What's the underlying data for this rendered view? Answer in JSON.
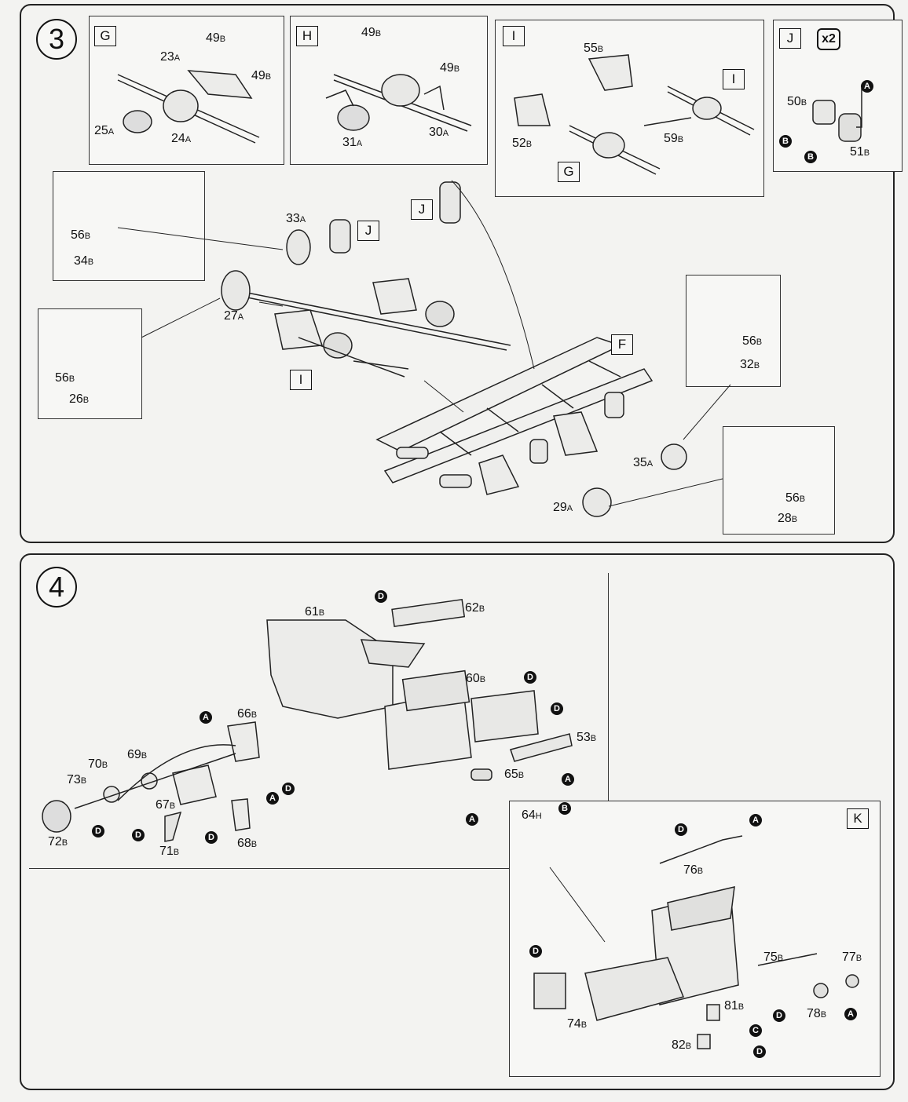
{
  "steps": [
    {
      "number": "3"
    },
    {
      "number": "4"
    }
  ],
  "parts": [
    {
      "n": "49",
      "s": "B"
    },
    {
      "n": "23",
      "s": "A"
    },
    {
      "n": "49",
      "s": "B"
    },
    {
      "n": "25",
      "s": "A"
    },
    {
      "n": "24",
      "s": "A"
    },
    {
      "n": "49",
      "s": "B"
    },
    {
      "n": "49",
      "s": "B"
    },
    {
      "n": "31",
      "s": "A"
    },
    {
      "n": "30",
      "s": "A"
    },
    {
      "n": "55",
      "s": "B"
    },
    {
      "n": "52",
      "s": "B"
    },
    {
      "n": "59",
      "s": "B"
    },
    {
      "n": "50",
      "s": "B"
    },
    {
      "n": "51",
      "s": "B"
    },
    {
      "n": "56",
      "s": "B"
    },
    {
      "n": "34",
      "s": "B"
    },
    {
      "n": "33",
      "s": "A"
    },
    {
      "n": "27",
      "s": "A"
    },
    {
      "n": "56",
      "s": "B"
    },
    {
      "n": "26",
      "s": "B"
    },
    {
      "n": "56",
      "s": "B"
    },
    {
      "n": "32",
      "s": "B"
    },
    {
      "n": "35",
      "s": "A"
    },
    {
      "n": "29",
      "s": "A"
    },
    {
      "n": "56",
      "s": "B"
    },
    {
      "n": "28",
      "s": "B"
    },
    {
      "n": "61",
      "s": "B"
    },
    {
      "n": "62",
      "s": "B"
    },
    {
      "n": "60",
      "s": "B"
    },
    {
      "n": "53",
      "s": "B"
    },
    {
      "n": "66",
      "s": "B"
    },
    {
      "n": "69",
      "s": "B"
    },
    {
      "n": "70",
      "s": "B"
    },
    {
      "n": "73",
      "s": "B"
    },
    {
      "n": "67",
      "s": "B"
    },
    {
      "n": "65",
      "s": "B"
    },
    {
      "n": "64",
      "s": "H"
    },
    {
      "n": "72",
      "s": "B"
    },
    {
      "n": "68",
      "s": "B"
    },
    {
      "n": "71",
      "s": "B"
    },
    {
      "n": "76",
      "s": "B"
    },
    {
      "n": "75",
      "s": "B"
    },
    {
      "n": "77",
      "s": "B"
    },
    {
      "n": "74",
      "s": "B"
    },
    {
      "n": "81",
      "s": "B"
    },
    {
      "n": "78",
      "s": "B"
    },
    {
      "n": "82",
      "s": "B"
    }
  ],
  "frames": [
    "G",
    "H",
    "I",
    "I",
    "G",
    "J",
    "x2",
    "J",
    "J",
    "I",
    "F",
    "K"
  ],
  "markers": [
    "A",
    "B",
    "B",
    "D",
    "D",
    "D",
    "A",
    "D",
    "A",
    "A",
    "B",
    "A",
    "D",
    "D",
    "D",
    "D",
    "A",
    "D",
    "D",
    "A",
    "C",
    "D"
  ]
}
